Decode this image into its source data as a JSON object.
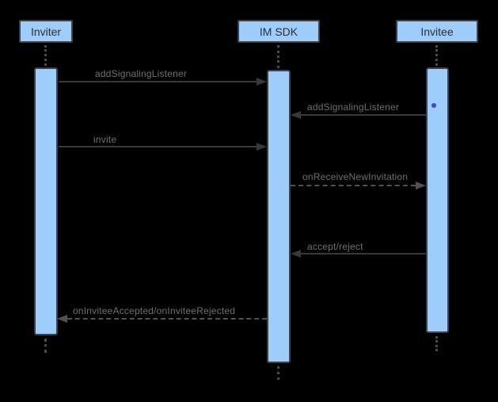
{
  "diagram": {
    "type": "sequence-diagram",
    "participants": [
      {
        "name": "Inviter"
      },
      {
        "name": "IM SDK"
      },
      {
        "name": "Invitee"
      }
    ],
    "messages": [
      {
        "label": "addSignalingListener",
        "from": "Inviter",
        "to": "IM SDK",
        "line": "solid",
        "direction": "right"
      },
      {
        "label": "addSignalingListener",
        "from": "Invitee",
        "to": "IM SDK",
        "line": "solid",
        "direction": "left"
      },
      {
        "label": "invite",
        "from": "Inviter",
        "to": "IM SDK",
        "line": "solid",
        "direction": "right"
      },
      {
        "label": "onReceiveNewInvitation",
        "from": "IM SDK",
        "to": "Invitee",
        "line": "dashed",
        "direction": "right"
      },
      {
        "label": "accept/reject",
        "from": "Invitee",
        "to": "IM SDK",
        "line": "solid",
        "direction": "left"
      },
      {
        "label": "onInviteeAccepted/onInviteeRejected",
        "from": "IM SDK",
        "to": "Inviter",
        "line": "dashed",
        "direction": "left"
      }
    ],
    "colors": {
      "background": "#000000",
      "box_fill": "#9ecdfb",
      "box_border": "#3c424b",
      "box_text": "#2b2e33",
      "label_text": "#707070",
      "solid_line": "#383838",
      "dashed_line": "#525252",
      "cursor_dot": "#4246ca"
    }
  }
}
